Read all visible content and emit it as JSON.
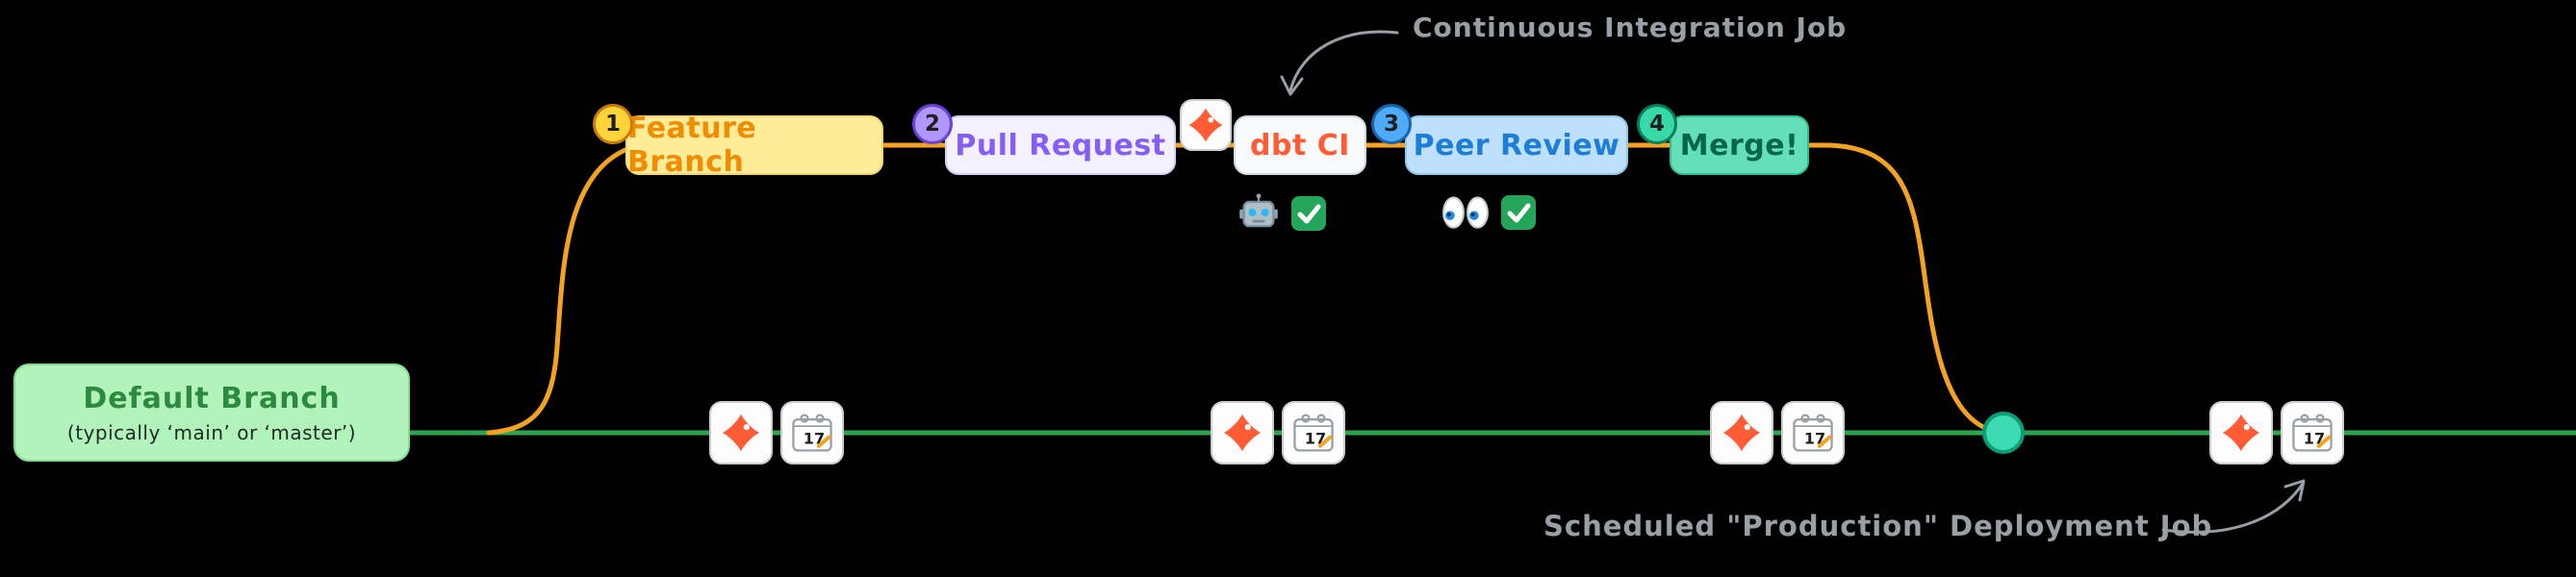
{
  "diagram": {
    "default_branch": {
      "title": "Default Branch",
      "subtitle": "(typically ‘main’ or ‘master’)"
    },
    "steps": [
      {
        "number": "1",
        "label": "Feature Branch"
      },
      {
        "number": "2",
        "label": "Pull Request"
      },
      {
        "label": "dbt CI",
        "icon": "dbt-icon"
      },
      {
        "number": "3",
        "label": "Peer Review"
      },
      {
        "number": "4",
        "label": "Merge!"
      }
    ],
    "checks": {
      "ci": {
        "icons": [
          "robot-icon",
          "check-icon"
        ]
      },
      "review": {
        "icons": [
          "eyes-icon",
          "check-icon"
        ]
      }
    },
    "annotations": {
      "ci_job": "Continuous Integration Job",
      "deploy_job": "Scheduled \"Production\" Deployment Job"
    },
    "timeline": {
      "scheduled_jobs": [
        {
          "icons": [
            "dbt-icon",
            "calendar-icon"
          ],
          "calendar_day": "17"
        },
        {
          "icons": [
            "dbt-icon",
            "calendar-icon"
          ],
          "calendar_day": "17"
        },
        {
          "icons": [
            "dbt-icon",
            "calendar-icon"
          ],
          "calendar_day": "17"
        },
        {
          "icons": [
            "dbt-icon",
            "calendar-icon"
          ],
          "calendar_day": "17"
        }
      ]
    },
    "colors": {
      "branch_green": "#2ea44f",
      "feature_branch_orange": "#f4a321",
      "dbt_orange": "#ff5c35",
      "pull_request_purple": "#845ef7",
      "peer_review_blue": "#339af0",
      "merge_teal": "#12b886",
      "annotation_gray": "#98a0a6",
      "background": "#000000"
    }
  }
}
